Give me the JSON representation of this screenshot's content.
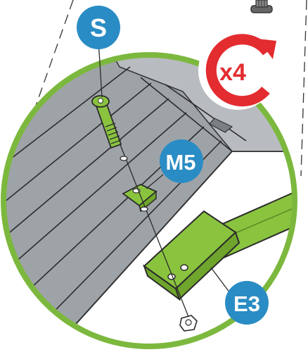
{
  "labels": {
    "screw": "S",
    "washer": "M5",
    "bracket": "E3",
    "repeat": "x4"
  },
  "colors": {
    "badge_blue": "#2a8cc4",
    "frame_green": "#7cb83e",
    "part_green": "#8ac43f",
    "panel_gray": "#9ea3a8",
    "repeat_red": "#e32c30"
  }
}
